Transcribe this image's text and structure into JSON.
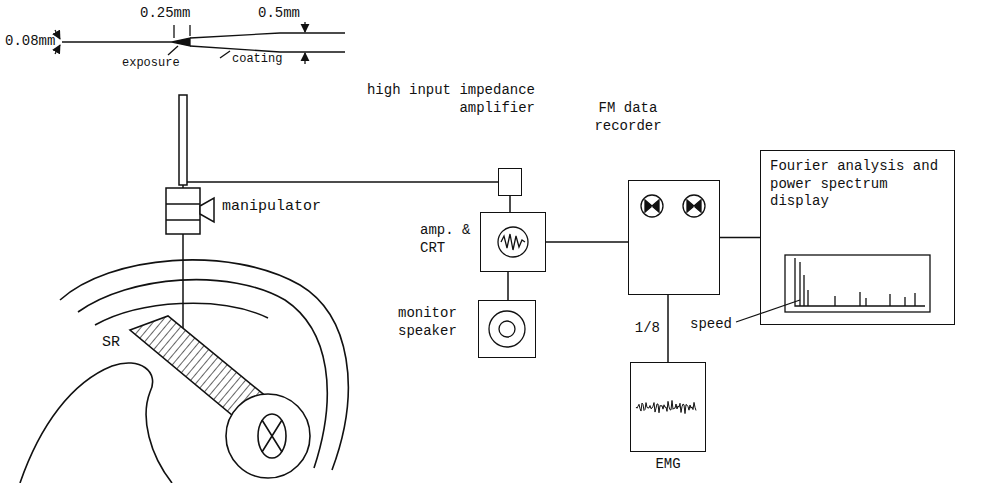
{
  "diagram": {
    "nodes": [
      {
        "text": [
          "high input impedance amplifier"
        ]
      },
      {
        "text": [
          "amp. & CRT"
        ]
      },
      {
        "text": [
          "monitor speaker"
        ]
      },
      {
        "text": [
          "FM data recorder"
        ]
      },
      {
        "text": [
          "Fourier analysis and power spectrum display"
        ]
      },
      {
        "text": [
          "EMG"
        ]
      }
    ],
    "edges": [
      {
        "from": 0,
        "to": 1,
        "arrow": "none"
      },
      {
        "from": 1,
        "to": 2,
        "arrow": "none"
      },
      {
        "from": 1,
        "to": 3,
        "arrow": "none"
      },
      {
        "from": 3,
        "to": 4,
        "arrow": "none"
      },
      {
        "from": 3,
        "to": 5,
        "label": "1/8",
        "arrow": "none"
      }
    ],
    "labels": [
      "0.08mm",
      "0.25mm",
      "0.5mm",
      "exposure",
      "coating",
      "manipulator",
      "SR",
      "speed"
    ]
  }
}
